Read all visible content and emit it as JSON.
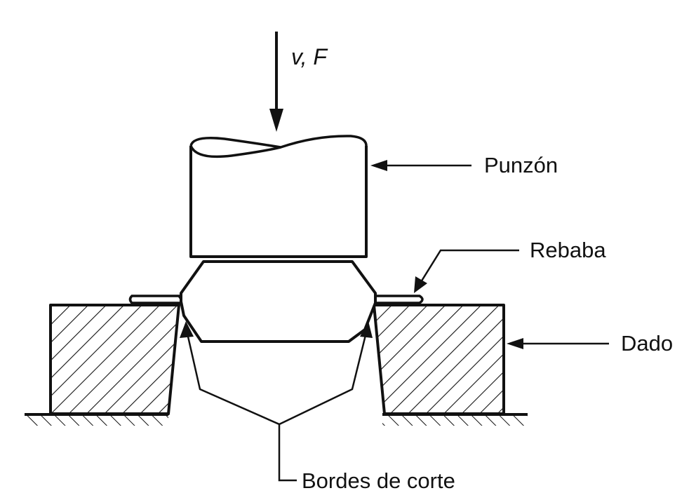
{
  "diagram": {
    "labels": {
      "velocity_force": "v, F",
      "punch": "Punzón",
      "burr": "Rebaba",
      "die": "Dado",
      "cutting_edges": "Bordes de corte"
    },
    "colors": {
      "ink": "#111111",
      "paper": "#ffffff"
    }
  }
}
